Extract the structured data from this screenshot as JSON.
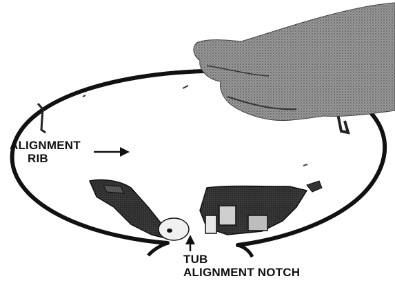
{
  "labels": {
    "alignment_rib_line1": "ALIGNMENT",
    "alignment_rib_line2": "RIB",
    "tub_notch_line1": "TUB",
    "tub_notch_line2": "ALIGNMENT NOTCH"
  },
  "colors": {
    "ink": "#111111",
    "background": "#ffffff",
    "hand_shade": "#6e6e6e",
    "part_shade": "#2b2b2b"
  },
  "icons": {
    "arrow_rib": "arrow-right-icon",
    "arrow_notch": "arrow-up-icon"
  }
}
